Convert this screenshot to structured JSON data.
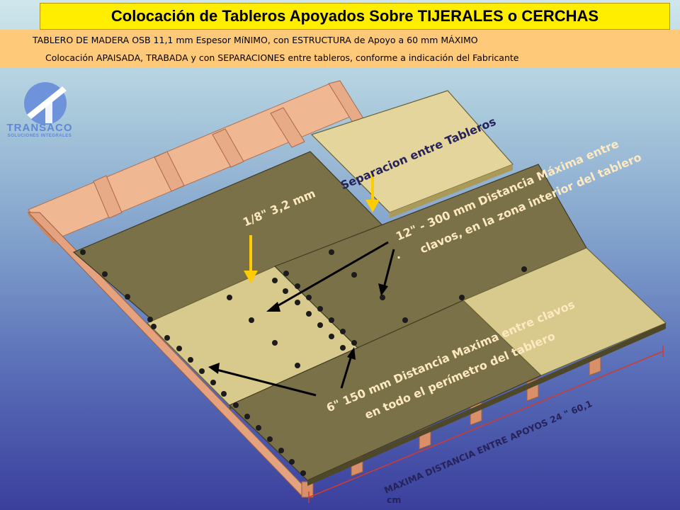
{
  "title": "Colocación de Tableros  Apoyados Sobre TIJERALES o CERCHAS",
  "subtitle_line1": "TABLERO  DE  MADERA  OSB  11,1 mm Espesor MíNIMO, con ESTRUCTURA de Apoyo a 60 mm MÁXIMO",
  "subtitle_line2": "Colocación  APAISADA, TRABADA  y  con SEPARACIONES  entre tableros, conforme a indicación del Fabricante",
  "logo": {
    "name": "TRANSACO",
    "tagline": "SOLUCIONES INTEGRALES",
    "icon": "transaco-globe-icon"
  },
  "annotations": {
    "separacion": "Separacion entre Tableros",
    "gap_size": "1/8\"   3,2 mm",
    "interior_line1": "12\" -  300 mm Distancia Máxima entre",
    "interior_line2": "clavos, en la zona interior del tablero",
    "interior_dot": ".",
    "perimeter_line1": "6\" 150 mm Distancia Maxima entre clavos",
    "perimeter_line2": "en todo  el perímetro del tablero",
    "apoyos_line1": "MAXIMA DISTANCIA ENTRE APOYOS  24  \"   60,1",
    "apoyos_line2": "cm"
  },
  "colors": {
    "title_bg": "#ffee00",
    "subtitle_bg": "#ffc97a",
    "panel_dark": "#7a7148",
    "panel_light": "#d8c98c",
    "wood": "#e4a27e",
    "arrow_yellow": "#ffcc00",
    "dimension_line": "#d23a2e"
  }
}
